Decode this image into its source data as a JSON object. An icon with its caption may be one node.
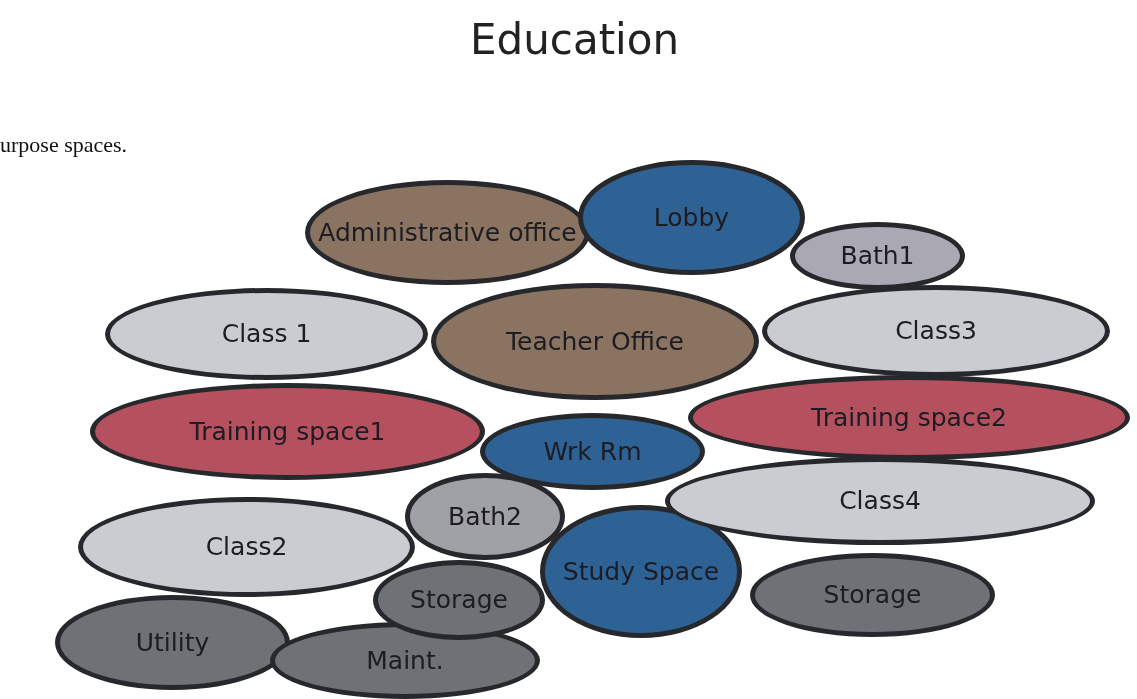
{
  "diagram": {
    "title": "Education",
    "nodes": [
      {
        "text": [
          "Administrative office"
        ]
      },
      {
        "text": [
          "Lobby"
        ]
      },
      {
        "text": [
          "Bath1"
        ]
      },
      {
        "text": [
          "Class 1"
        ]
      },
      {
        "text": [
          "Teacher Office"
        ]
      },
      {
        "text": [
          "Class3"
        ]
      },
      {
        "text": [
          "Training space1"
        ]
      },
      {
        "text": [
          "Training space2"
        ]
      },
      {
        "text": [
          "Wrk Rm"
        ]
      },
      {
        "text": [
          "Class4"
        ]
      },
      {
        "text": [
          "Class2"
        ]
      },
      {
        "text": [
          "Bath2"
        ]
      },
      {
        "text": [
          "Study Space"
        ]
      },
      {
        "text": [
          "Storage"
        ]
      },
      {
        "text": [
          "Storage"
        ]
      },
      {
        "text": [
          "Utility"
        ]
      },
      {
        "text": [
          "Maint."
        ]
      }
    ],
    "labels": [
      "urpose spaces."
    ]
  }
}
